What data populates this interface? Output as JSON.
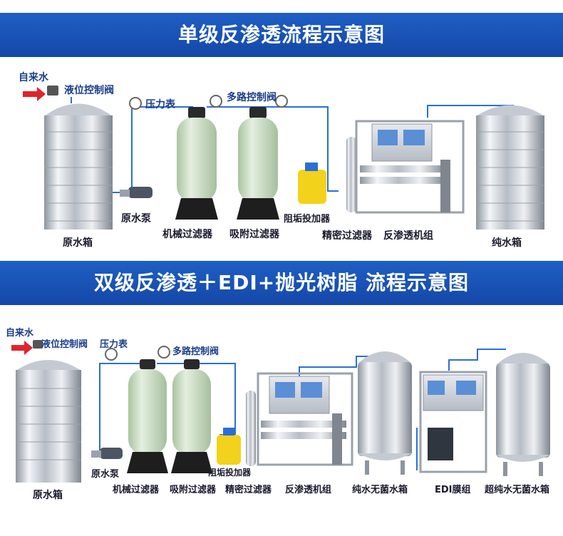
{
  "section1": {
    "title": "单级反渗透流程示意图",
    "labels": {
      "inlet": "自来水",
      "level_valve": "液位控制阀",
      "gauge": "压力表",
      "multi_valve": "多路控制阀",
      "raw_tank": "原水箱",
      "raw_pump": "原水泵",
      "mech_filter": "机械过滤器",
      "ads_filter": "吸附过滤器",
      "scale_doser": "阻垢投加器",
      "precision_filter": "精密过滤器",
      "ro_unit": "反渗透机组",
      "pure_tank": "纯水箱"
    }
  },
  "section2": {
    "title": "双级反渗透＋EDI+抛光树脂 流程示意图",
    "labels": {
      "inlet": "自来水",
      "level_valve": "液位控制阀",
      "gauge": "压力表",
      "multi_valve": "多路控制阀",
      "raw_tank": "原水箱",
      "raw_pump": "原水泵",
      "mech_filter": "机械过滤器",
      "ads_filter": "吸附过滤器",
      "scale_doser": "阻垢投加器",
      "precision_filter": "精密过滤器",
      "ro_unit": "反渗透机组",
      "pure_sterile_tank": "纯水无菌水箱",
      "edi_unit": "EDI膜组",
      "ultra_sterile_tank": "超纯水无菌水箱"
    }
  },
  "colors": {
    "banner": "#1447a8",
    "pipe": "#2b6fd6",
    "steel": "#c9ced6",
    "fiberglass": "#cfe0c8",
    "arrow": "#e0242b"
  }
}
